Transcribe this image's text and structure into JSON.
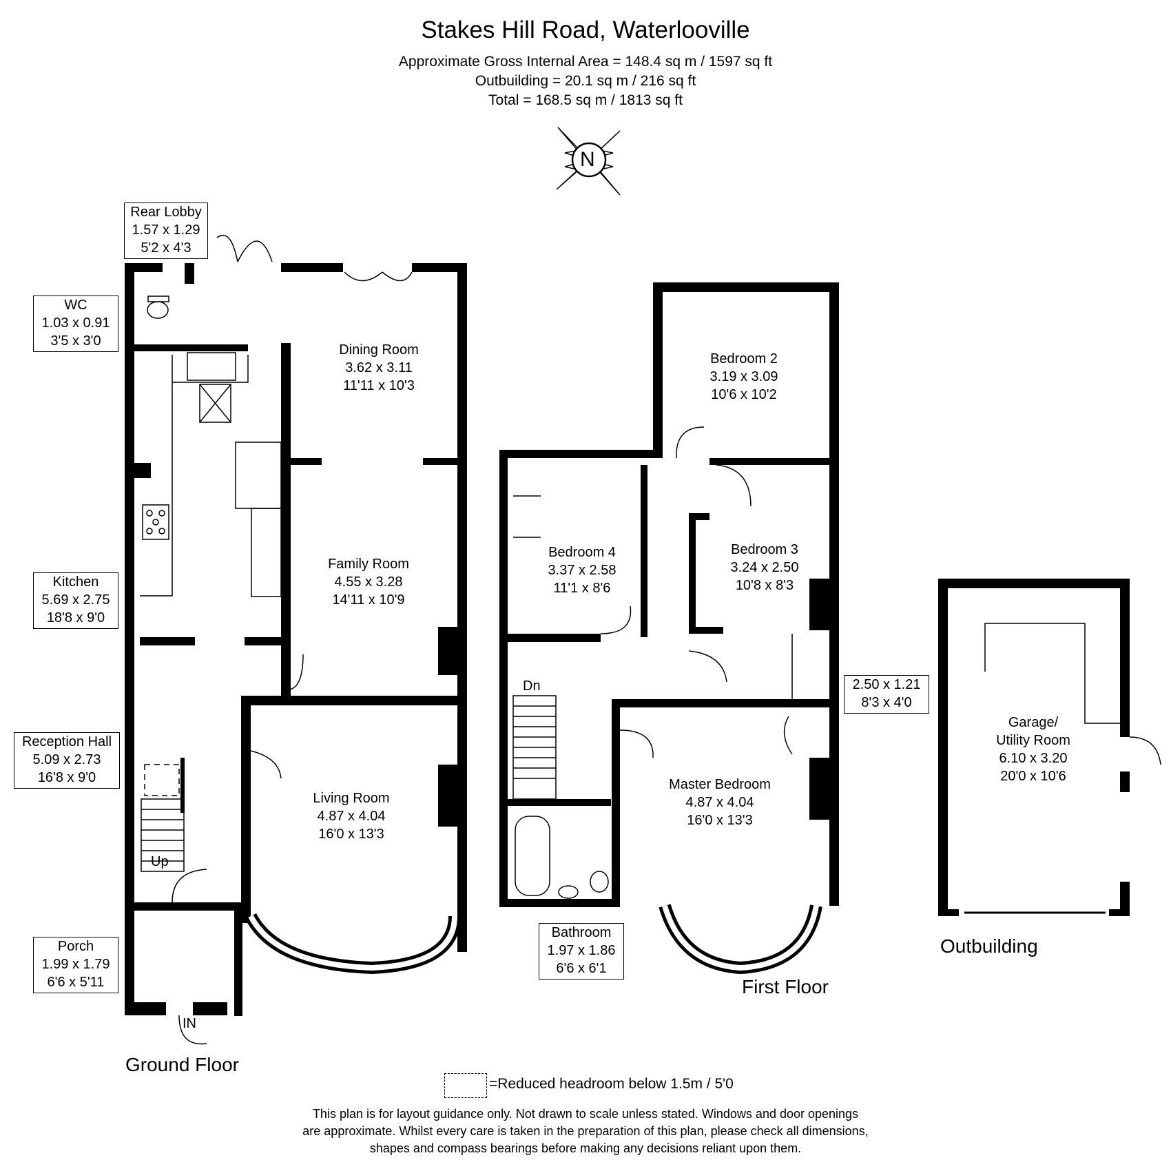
{
  "header": {
    "title": "Stakes Hill Road, Waterlooville",
    "gross_area": "Approximate Gross Internal Area = 148.4 sq m / 1597 sq ft",
    "outbuilding_area": "Outbuilding = 20.1 sq m / 216 sq ft",
    "total_area": "Total = 168.5 sq m / 1813 sq ft"
  },
  "compass": {
    "label": "N"
  },
  "rooms": {
    "rear_lobby": {
      "name": "Rear Lobby",
      "metric": "1.57 x 1.29",
      "imperial": "5'2 x 4'3"
    },
    "wc": {
      "name": "WC",
      "metric": "1.03 x 0.91",
      "imperial": "3'5 x 3'0"
    },
    "kitchen": {
      "name": "Kitchen",
      "metric": "5.69 x 2.75",
      "imperial": "18'8 x 9'0"
    },
    "reception_hall": {
      "name": "Reception Hall",
      "metric": "5.09 x 2.73",
      "imperial": "16'8 x 9'0"
    },
    "porch": {
      "name": "Porch",
      "metric": "1.99 x 1.79",
      "imperial": "6'6 x 5'11"
    },
    "dining_room": {
      "name": "Dining Room",
      "metric": "3.62 x 3.11",
      "imperial": "11'11 x 10'3"
    },
    "family_room": {
      "name": "Family Room",
      "metric": "4.55 x 3.28",
      "imperial": "14'11 x 10'9"
    },
    "living_room": {
      "name": "Living Room",
      "metric": "4.87 x 4.04",
      "imperial": "16'0 x 13'3"
    },
    "bedroom_2": {
      "name": "Bedroom 2",
      "metric": "3.19 x 3.09",
      "imperial": "10'6 x 10'2"
    },
    "bedroom_4": {
      "name": "Bedroom 4",
      "metric": "3.37 x 2.58",
      "imperial": "11'1 x 8'6"
    },
    "bedroom_3": {
      "name": "Bedroom 3",
      "metric": "3.24 x 2.50",
      "imperial": "10'8 x 8'3"
    },
    "ensuite": {
      "metric": "2.50 x 1.21",
      "imperial": "8'3 x 4'0"
    },
    "master_bedroom": {
      "name": "Master Bedroom",
      "metric": "4.87 x 4.04",
      "imperial": "16'0 x 13'3"
    },
    "bathroom": {
      "name": "Bathroom",
      "metric": "1.97 x 1.86",
      "imperial": "6'6 x 6'1"
    },
    "garage": {
      "name_line1": "Garage/",
      "name_line2": "Utility Room",
      "metric": "6.10 x 3.20",
      "imperial": "20'0 x 10'6"
    }
  },
  "markers": {
    "up": "Up",
    "down": "Dn",
    "entrance": "IN"
  },
  "floors": {
    "ground": "Ground Floor",
    "first": "First Floor",
    "outbuilding": "Outbuilding"
  },
  "legend": {
    "text": "=Reduced headroom below 1.5m / 5'0"
  },
  "disclaimer": {
    "line1": "This plan is for layout guidance only. Not drawn to scale unless stated. Windows and door openings",
    "line2": "are approximate. Whilst every care is taken in the preparation of this plan, please check all dimensions,",
    "line3": "shapes and compass bearings before making any decisions reliant upon them."
  }
}
